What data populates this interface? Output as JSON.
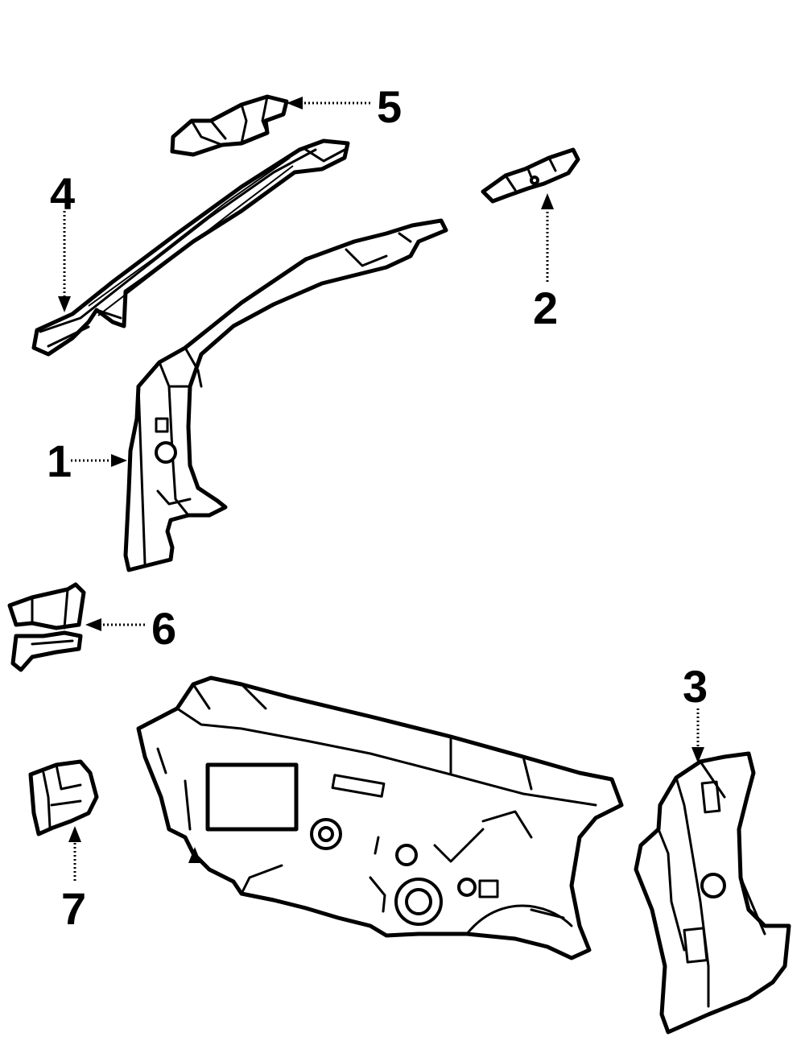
{
  "callouts": [
    {
      "id": "1",
      "label": "1",
      "part": "a-pillar-inner-panel"
    },
    {
      "id": "2",
      "label": "2",
      "part": "right-hinge-bracket"
    },
    {
      "id": "3",
      "label": "3",
      "part": "right-cowl-side-panel"
    },
    {
      "id": "4",
      "label": "4",
      "part": "upper-roof-rail"
    },
    {
      "id": "5",
      "label": "5",
      "part": "roof-rail-bracket"
    },
    {
      "id": "6",
      "label": "6",
      "part": "reinforcement-bracket"
    },
    {
      "id": "7",
      "label": "7",
      "part": "lower-bracket"
    }
  ],
  "colors": {
    "line": "#000000",
    "background": "#ffffff"
  }
}
